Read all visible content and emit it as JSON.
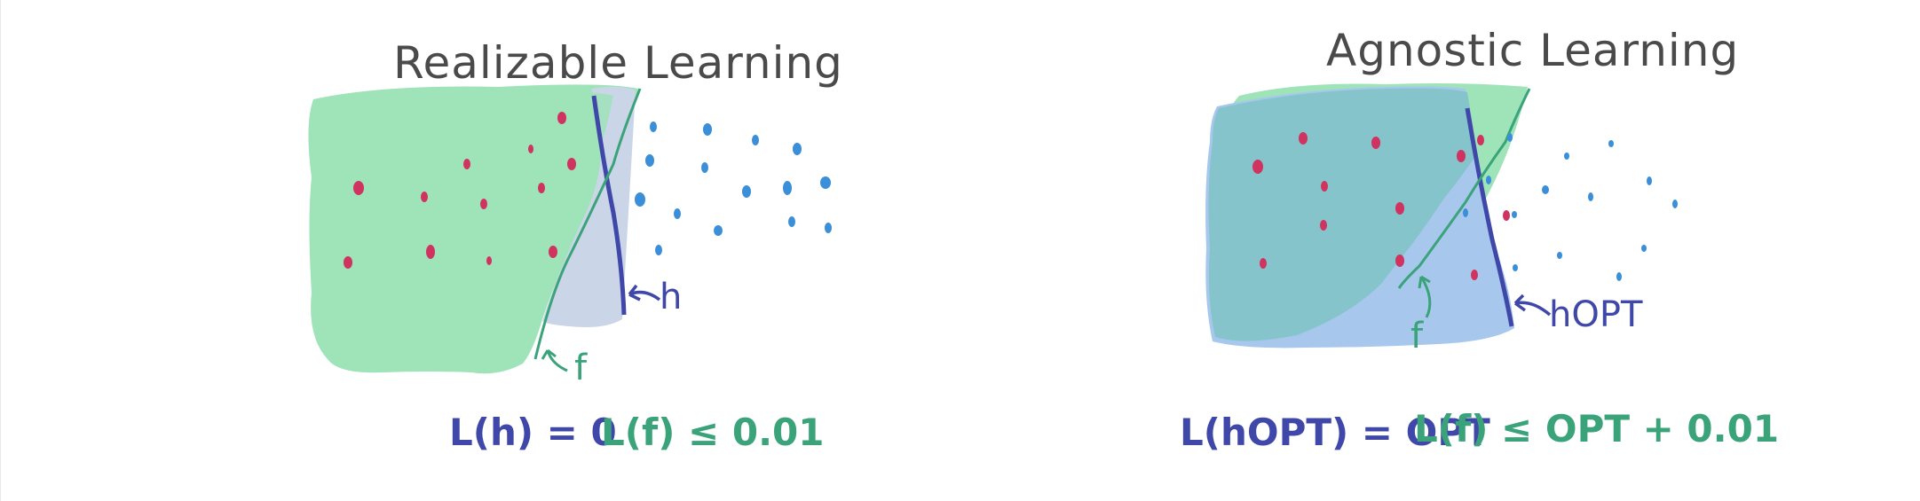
{
  "left_panel": {
    "title": "Realizable Learning",
    "h_label": "h",
    "f_label": "f",
    "loss_h": "L(h) = 0",
    "loss_f": "L(f) ≤ 0.01"
  },
  "right_panel": {
    "title": "Agnostic Learning",
    "h_label": "hOPT",
    "f_label": "f",
    "loss_h": "L(hOPT) = OPT",
    "loss_f": "L(f) ≤ OPT + 0.01"
  },
  "colors": {
    "title_ink": "#4a4a4a",
    "h_ink": "#3f48a8",
    "f_ink": "#3aa37a",
    "f_region": "#9fe3b8",
    "h_region_left": "#cbd5e8",
    "h_region_right": "#a7c8ec",
    "overlap_right": "#86c4cc",
    "red_dot": "#d0335f",
    "blue_dot": "#3b8fd9"
  }
}
